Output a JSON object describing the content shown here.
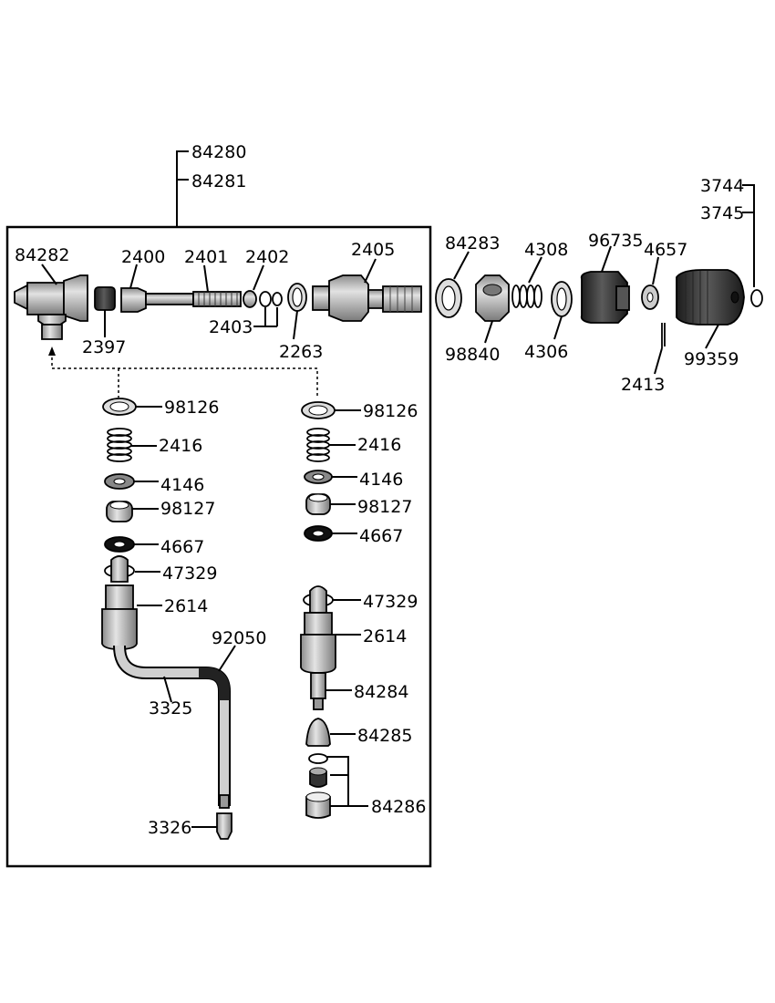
{
  "assembly_numbers": [
    "84280",
    "84281"
  ],
  "cap_numbers": [
    "3744",
    "3745"
  ],
  "parts": {
    "p84282": "84282",
    "p2400": "2400",
    "p2401": "2401",
    "p2402": "2402",
    "p2405": "2405",
    "p2397": "2397",
    "p2403": "2403",
    "p2263": "2263",
    "p84283": "84283",
    "p98840": "98840",
    "p4308": "4308",
    "p4306": "4306",
    "p96735": "96735",
    "p4657": "4657",
    "p2413": "2413",
    "p99359": "99359",
    "l98126": "98126",
    "l2416": "2416",
    "l4146": "4146",
    "l98127": "98127",
    "l4667": "4667",
    "l47329": "47329",
    "l2614": "2614",
    "p92050": "92050",
    "p3325": "3325",
    "p3326": "3326",
    "r98126": "98126",
    "r2416": "2416",
    "r4146": "4146",
    "r98127": "98127",
    "r4667": "4667",
    "r47329": "47329",
    "r2614": "2614",
    "p84284": "84284",
    "p84285": "84285",
    "p84286": "84286"
  },
  "colors": {
    "light": "#c8c8c8",
    "mid": "#9a9a9a",
    "dark": "#3a3a3a",
    "black": "#111111"
  }
}
